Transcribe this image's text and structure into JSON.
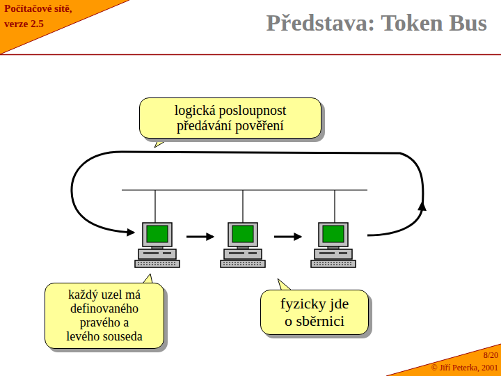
{
  "diagram": {
    "title": "Představa: Token Bus",
    "nodes": [
      {
        "text": [
          "logická posloupnost předávání pověření"
        ]
      },
      {
        "text": [
          "každý uzel má definovaného pravého a levého souseda"
        ]
      },
      {
        "text": [
          "fyzicky jde o sběrnici"
        ]
      }
    ],
    "labels": [
      "Počítačové sítě, verze 2.5",
      "8/20",
      "© Jiří Peterka, 2001"
    ]
  }
}
